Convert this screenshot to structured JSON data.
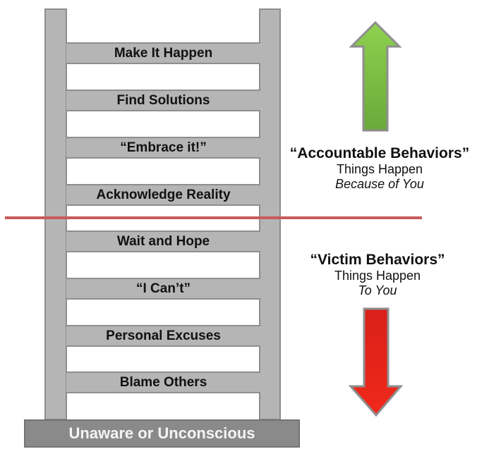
{
  "ladder": {
    "rungs": [
      {
        "label": "Make It Happen",
        "group": "accountable"
      },
      {
        "label": "Find Solutions",
        "group": "accountable"
      },
      {
        "label": "“Embrace it!”",
        "group": "accountable"
      },
      {
        "label": "Acknowledge Reality",
        "group": "accountable"
      },
      {
        "label": "Wait and Hope",
        "group": "victim"
      },
      {
        "label": "“I Can’t”",
        "group": "victim"
      },
      {
        "label": "Personal Excuses",
        "group": "victim"
      },
      {
        "label": "Blame Others",
        "group": "victim"
      }
    ],
    "base_label": "Unaware or Unconscious"
  },
  "accountable": {
    "title": "“Accountable Behaviors”",
    "line1": "Things Happen",
    "line2": "Because of You",
    "arrow_direction": "up",
    "arrow_icon": "arrow-up-icon",
    "color": "#7dc242"
  },
  "victim": {
    "title": "“Victim Behaviors”",
    "line1": "Things Happen",
    "line2": "To You",
    "arrow_direction": "down",
    "arrow_icon": "arrow-down-icon",
    "color": "#e8251a"
  },
  "colors": {
    "ladder_fill": "#b5b5b5",
    "ladder_border": "#8e8e8e",
    "divider": "#c95a5c",
    "base_fill": "#8a8a8a"
  }
}
